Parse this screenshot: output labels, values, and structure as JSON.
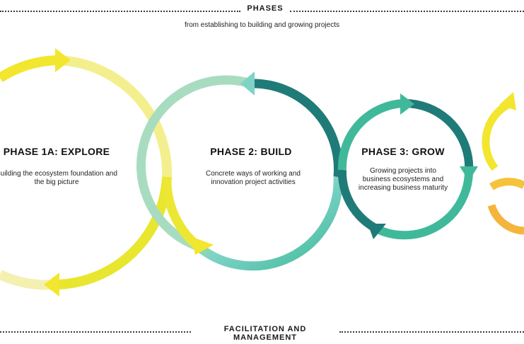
{
  "header": {
    "title": "PHASES",
    "subtitle": "from establishing to building and growing projects"
  },
  "footer": {
    "title": "FACILITATION AND MANAGEMENT"
  },
  "phases": [
    {
      "title": "PHASE 1A: EXPLORE",
      "description": "Building the ecosystem foundation and the big picture"
    },
    {
      "title": "PHASE 2: BUILD",
      "description": "Concrete ways of working and innovation project activities"
    },
    {
      "title": "PHASE 3: GROW",
      "description": "Growing projects into business ecosystems and increasing business maturity"
    }
  ],
  "colors": {
    "yellow": "#f2e62e",
    "pale_yellow": "#f4f0a8",
    "teal_light": "#7ed3c6",
    "teal": "#3fb99a",
    "teal_dark": "#1f7b78",
    "orange": "#f5b43c",
    "text": "#1a1a1a"
  }
}
